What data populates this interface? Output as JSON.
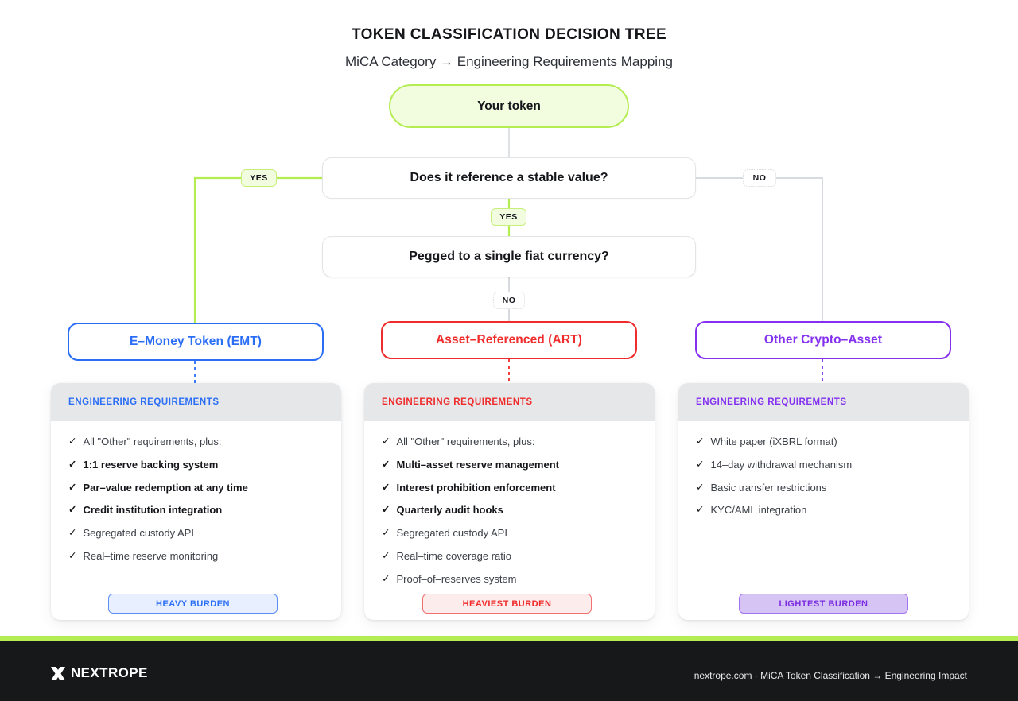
{
  "header": {
    "title": "TOKEN CLASSIFICATION DECISION TREE",
    "subtitle": "MiCA Category → Engineering Requirements Mapping"
  },
  "tree": {
    "root": "Your token",
    "question_1": "Does it reference a stable value?",
    "question_2": "Pegged to a single fiat currency?",
    "edge_labels": {
      "q1_yes": "YES",
      "q1_no": "NO",
      "q2_yes": "YES",
      "q2_no": "NO"
    }
  },
  "colors": {
    "accent_green": "#b4ed52",
    "emt_blue": "#2b6ef6",
    "art_red": "#ef2b2b",
    "other_purple": "#8330f0",
    "footer_bg": "#17181a"
  },
  "columns": [
    {
      "category": "E–Money Token  (EMT)",
      "panel_header": "ENGINEERING REQUIREMENTS",
      "requirements": [
        {
          "text": "All \"Other\" requirements, plus:",
          "strong": false
        },
        {
          "text": "1:1 reserve backing system",
          "strong": true
        },
        {
          "text": "Par–value redemption at any time",
          "strong": true
        },
        {
          "text": "Credit institution integration",
          "strong": true
        },
        {
          "text": "Segregated custody API",
          "strong": false
        },
        {
          "text": "Real–time reserve monitoring",
          "strong": false
        }
      ],
      "burden": "HEAVY BURDEN"
    },
    {
      "category": "Asset–Referenced (ART)",
      "panel_header": "ENGINEERING REQUIREMENTS",
      "requirements": [
        {
          "text": "All \"Other\" requirements, plus:",
          "strong": false
        },
        {
          "text": "Multi–asset reserve management",
          "strong": true
        },
        {
          "text": "Interest prohibition enforcement",
          "strong": true
        },
        {
          "text": "Quarterly audit hooks",
          "strong": true
        },
        {
          "text": "Segregated custody API",
          "strong": false
        },
        {
          "text": "Real–time coverage ratio",
          "strong": false
        },
        {
          "text": "Proof–of–reserves system",
          "strong": false
        }
      ],
      "burden": "HEAVIEST BURDEN"
    },
    {
      "category": "Other Crypto–Asset",
      "panel_header": "ENGINEERING REQUIREMENTS",
      "requirements": [
        {
          "text": "White paper (iXBRL format)",
          "strong": false
        },
        {
          "text": "14–day withdrawal mechanism",
          "strong": false
        },
        {
          "text": "Basic transfer restrictions",
          "strong": false
        },
        {
          "text": "KYC/AML integration",
          "strong": false
        }
      ],
      "burden": "LIGHTEST BURDEN"
    }
  ],
  "tick_glyph": "✓",
  "footer": {
    "logo_text": "NEXTROPE",
    "note": "nextrope.com · MiCA Token Classification  → Engineering Impact"
  }
}
